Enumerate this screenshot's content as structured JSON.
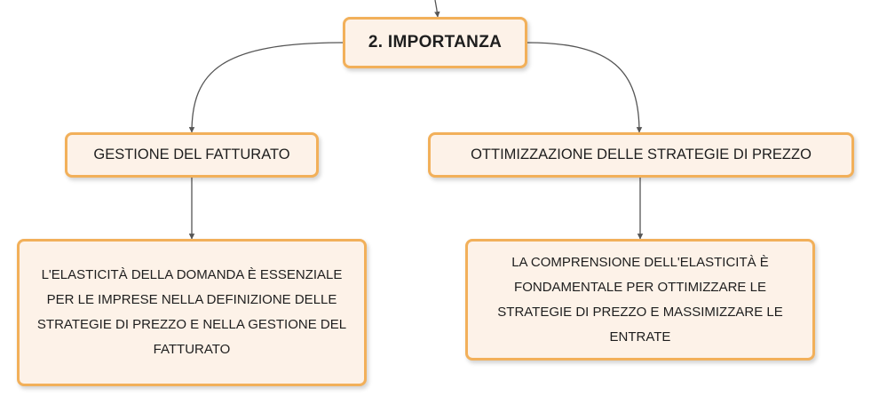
{
  "diagram": {
    "root": {
      "label": "2. IMPORTANZA"
    },
    "branches": [
      {
        "label": "GESTIONE DEL FATTURATO",
        "detail": "L'ELASTICITÀ DELLA DOMANDA È ESSENZIALE PER LE IMPRESE NELLA DEFINIZIONE DELLE STRATEGIE DI PREZZO E NELLA GESTIONE DEL FATTURATO"
      },
      {
        "label": "OTTIMIZZAZIONE DELLE STRATEGIE DI PREZZO",
        "detail": "LA COMPRENSIONE DELL'ELASTICITÀ È FONDAMENTALE PER OTTIMIZZARE LE STRATEGIE DI PREZZO E MASSIMIZZARE LE ENTRATE"
      }
    ],
    "colors": {
      "node_border": "#f2b05a",
      "node_fill": "#fdf2e8",
      "connector": "#555555"
    }
  }
}
